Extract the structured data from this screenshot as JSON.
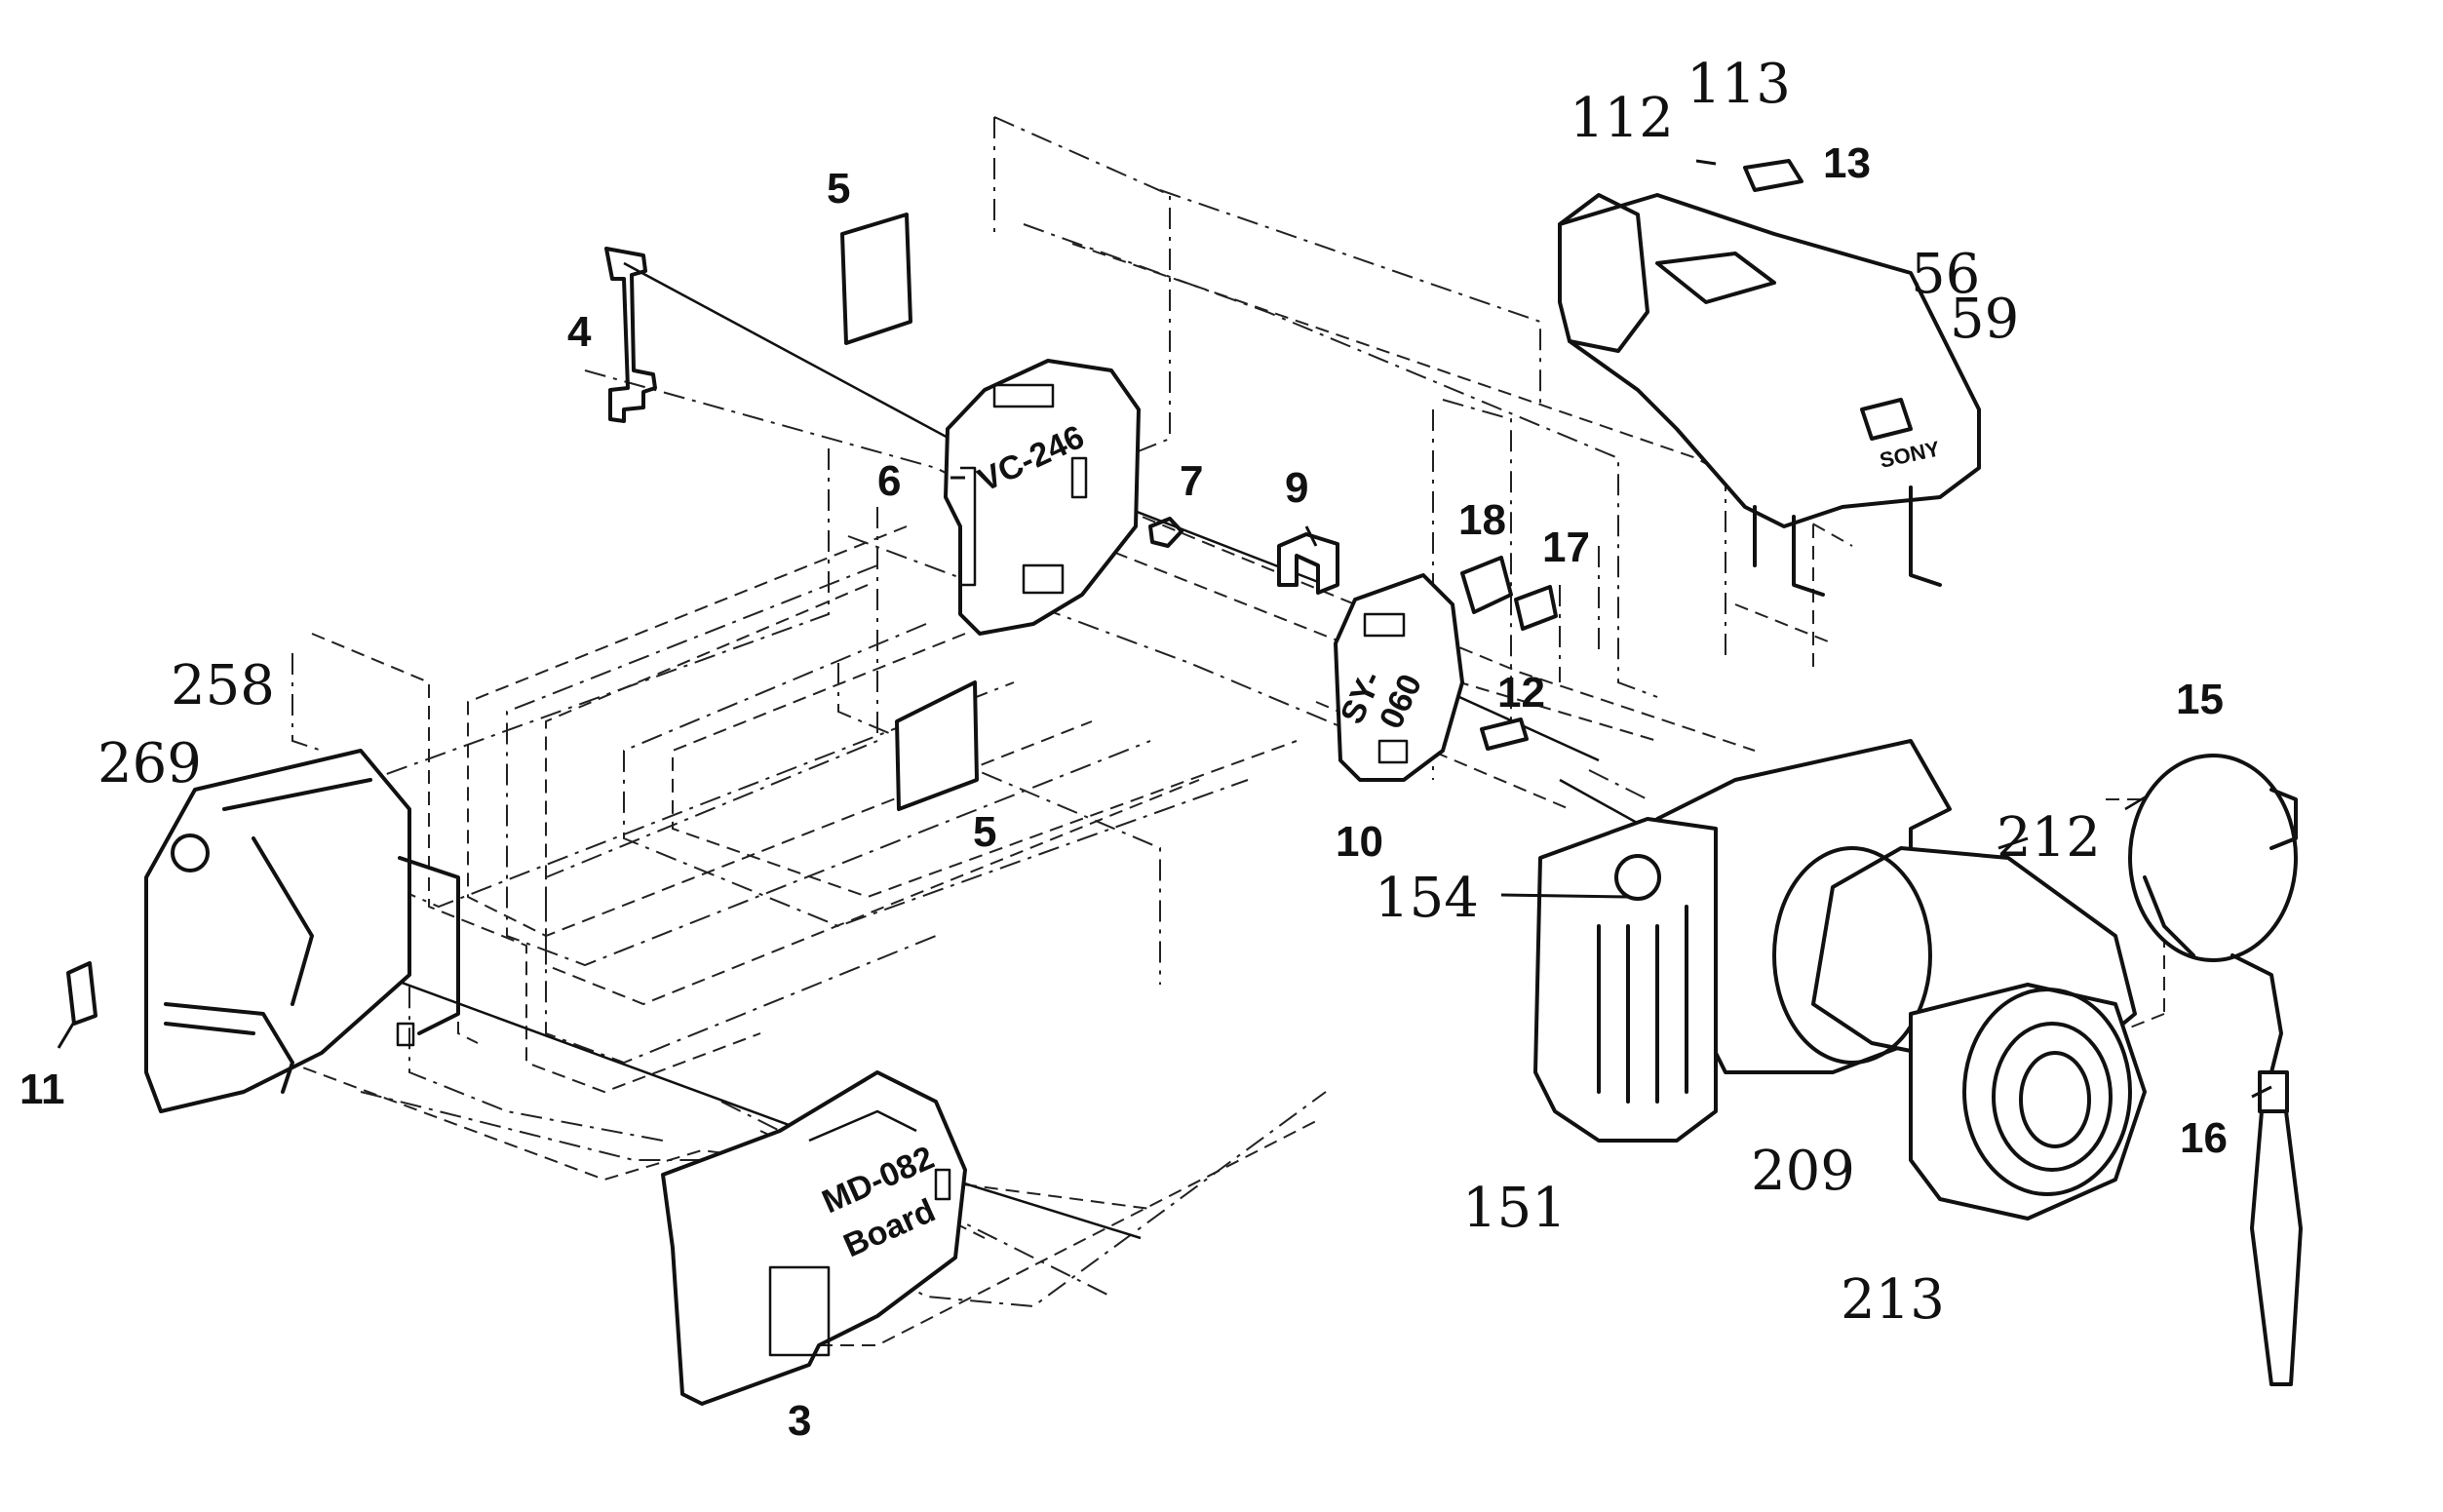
{
  "labels": {
    "l3": "3",
    "l4": "4",
    "l5a": "5",
    "l5b": "5",
    "l6": "6",
    "l7": "7",
    "l9": "9",
    "l10": "10",
    "l11": "11",
    "l12": "12",
    "l13": "13",
    "l15": "15",
    "l16": "16",
    "l17": "17",
    "l18": "18",
    "l56": "56",
    "l59": "59",
    "l112": "112",
    "l113": "113",
    "l151": "151",
    "l154": "154",
    "l209": "209",
    "l212": "212",
    "l213": "213",
    "l258": "258",
    "l269": "269"
  },
  "board_text": {
    "vc": "VC-246",
    "sy": "SY-",
    "sy2": "060",
    "md": "MD-082",
    "md2": "Board"
  },
  "brand": "SONY"
}
